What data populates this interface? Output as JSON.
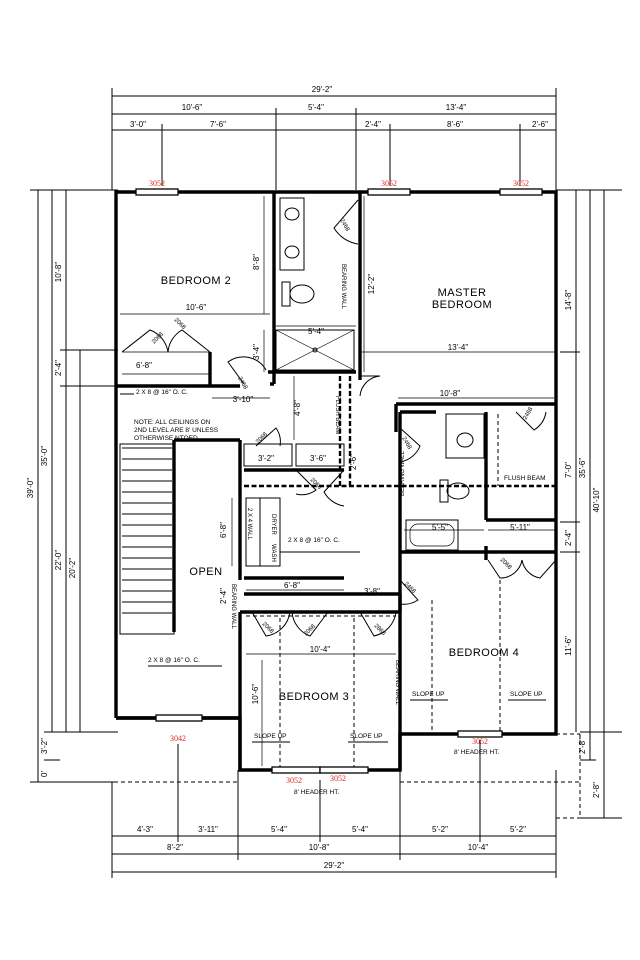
{
  "dims": {
    "overall_top": "29'-2\"",
    "overall_bottom": "29'-2\"",
    "top_row1": [
      "10'-6\"",
      "5'-4\"",
      "13'-4\""
    ],
    "top_row2": [
      "3'-0\"",
      "7'-6\"",
      "2'-4\"",
      "8'-6\"",
      "2'-6\""
    ],
    "bottom_row1": [
      "4'-3\"",
      "3'-11\"",
      "5'-4\"",
      "5'-4\"",
      "5'-2\"",
      "5'-2\""
    ],
    "bottom_row2": [
      "8'-2\"",
      "10'-8\"",
      "10'-4\""
    ],
    "left": [
      "39'-0\"",
      "35'-0\"",
      "10'-8\"",
      "2'-4\"",
      "22'-0\"",
      "20'-2\"",
      "3'-2\"",
      "0'"
    ],
    "right": [
      "14'-8\"",
      "7'-0\"",
      "35'-6\"",
      "40'-10\"",
      "2'-4\"",
      "11'-6\"",
      "2'-8\"",
      "2'-8\""
    ],
    "interior": {
      "bed2_width": "10'-6\"",
      "bed2_depth": "8'-8\"",
      "bath_width": "5'-4\"",
      "shower_depth": "3'-4\"",
      "bath_depth": "12'-2\"",
      "master_width": "13'-4\"",
      "hall_width": "3'-10\"",
      "hall_depth": "4'-8\"",
      "master_closet": "10'-8\"",
      "closet_bed2": "6'-8\"",
      "linen_a": "3'-2\"",
      "linen_b": "3'-6\"",
      "laundry_depth": "6'-8\"",
      "laundry_width": "6'-8\"",
      "stair_landing": "2'-4\"",
      "door_hall": "3'-8\"",
      "bed3_width": "10'-4\"",
      "bed3_depth": "10'-6\"",
      "bath2_width": "5'-5\"",
      "closet_b4": "5'-11\"",
      "small_d": "2'-6\""
    }
  },
  "rooms": {
    "bedroom2": "BEDROOM 2",
    "master_line1": "MASTER",
    "master_line2": "BEDROOM",
    "bedroom3": "BEDROOM 3",
    "bedroom4": "BEDROOM 4",
    "open": "OPEN",
    "dryer": "DRYER",
    "wash": "WASH"
  },
  "notes": {
    "joist_top": "2 X 8 @ 16\" O. C.",
    "ceiling_line1": "NOTE: ALL CEILINGS ON",
    "ceiling_line2": "2ND LEVEL ARE 8' UNLESS",
    "ceiling_line3": "OTHERWISE NTOED.",
    "joist_mid": "2 X 8 @ 16\" O. C.",
    "joist_bottom": "2 X 8 @ 16\" O. C.",
    "slope_up": "SLOPE UP",
    "header": "8' HEADER HT.",
    "flush_beam": "FLUSH BEAM",
    "bearing_wall": "BEARING WALL",
    "stud": "2 X 4 WALL"
  },
  "doors": [
    "2068",
    "2068",
    "2468",
    "2468",
    "2468",
    "2468",
    "2068",
    "2068",
    "2068",
    "2068",
    "2868",
    "2468",
    "2068"
  ],
  "windows": {
    "w1": "3052",
    "w2": "3052",
    "w3": "3052",
    "w4": "3042",
    "w5": "3052",
    "w6": "3052",
    "w7": "3052"
  },
  "colors": {
    "line": "#000000",
    "window_label": "#e3261f",
    "background": "#ffffff"
  }
}
